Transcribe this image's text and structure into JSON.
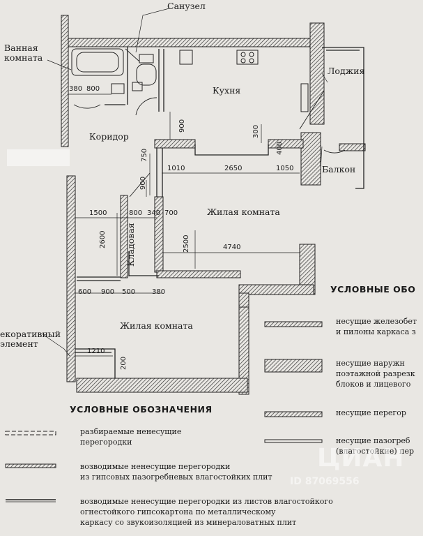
{
  "rooms": {
    "bathroom_line1": "Ванная",
    "bathroom_line2": "комната",
    "toilet": "Санузел",
    "kitchen": "Кухня",
    "loggia": "Лоджия",
    "corridor": "Коридор",
    "balcony": "Балкон",
    "living1": "Жилая комната",
    "living2": "Жилая комната",
    "storage": "Кладовая",
    "decor_line1": "екоративный",
    "decor_line2": "элемент"
  },
  "dimensions": {
    "d380a": "380",
    "d800a": "800",
    "d900a": "900",
    "d300": "300",
    "d750": "750",
    "d400": "400",
    "d1010": "1010",
    "d2650": "2650",
    "d1050": "1050",
    "d900b": "900",
    "d1500": "1500",
    "d800b": "800",
    "d340": "340",
    "d700": "700",
    "d2600": "2600",
    "d2500": "2500",
    "d4740": "4740",
    "d600": "600",
    "d900c": "900",
    "d500": "500",
    "d380b": "380",
    "d1210": "1210",
    "d200": "200"
  },
  "legend_right": {
    "title": "УСЛОВНЫЕ ОБО",
    "item1": "несущие железобет\nи пилоны каркаса з",
    "item2": "несущие наружн\nпоэтажной разрезк\nблоков и лицевого",
    "item3": "несущие перегор",
    "item4": "несущие пазогреб\n(влагостойкие) пер"
  },
  "legend_bottom": {
    "title": "УСЛОВНЫЕ ОБОЗНАЧЕНИЯ",
    "item1": "разбираемые ненесущие\nперегородки",
    "item2": "возводимые ненесущие перегородки\nиз гипсовых пазогребневых влагостойких плит",
    "item3": "возводимые ненесущие перегородки из листов влагостойкого\nогнестойкого гипсокартона по металлическому\nкаркасу со звукоизоляцией из минераловатных плит"
  },
  "watermark": {
    "brand": "ЦИАН",
    "id": "ID 87069556"
  }
}
